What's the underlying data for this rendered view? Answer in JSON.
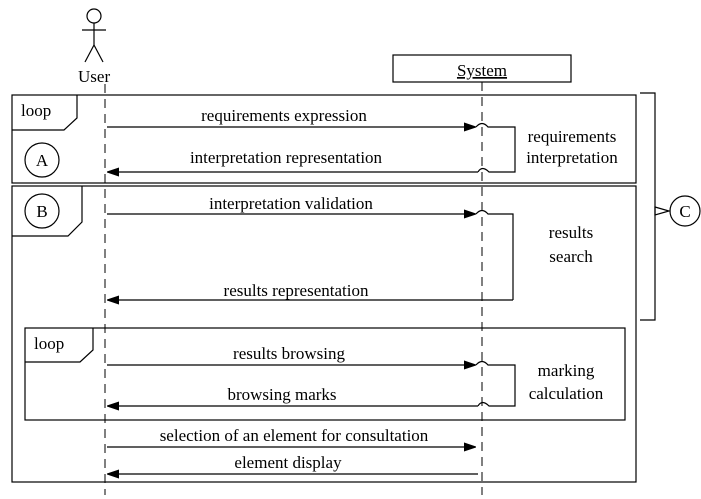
{
  "actors": {
    "user": {
      "label": "User"
    },
    "system": {
      "label": "System"
    }
  },
  "fragments": {
    "loop_a": {
      "keyword": "loop",
      "marker": "A"
    },
    "block_b": {
      "marker": "B"
    },
    "loop_inner": {
      "keyword": "loop"
    }
  },
  "bracket": {
    "marker": "C"
  },
  "messages": [
    {
      "id": "m1",
      "label": "requirements expression",
      "direction": "to-system"
    },
    {
      "id": "m2",
      "label": "interpretation representation",
      "direction": "to-user"
    },
    {
      "id": "m3",
      "label": "interpretation validation",
      "direction": "to-system"
    },
    {
      "id": "m4",
      "label": "results representation",
      "direction": "to-user"
    },
    {
      "id": "m5",
      "label": "results browsing",
      "direction": "to-system"
    },
    {
      "id": "m6",
      "label": "browsing marks",
      "direction": "to-user"
    },
    {
      "id": "m7",
      "label": "selection of an element for consultation",
      "direction": "to-system"
    },
    {
      "id": "m8",
      "label": "element display",
      "direction": "to-user"
    }
  ],
  "activities": {
    "requirements_interpretation": {
      "line1": "requirements",
      "line2": "interpretation"
    },
    "results_search": {
      "line1": "results",
      "line2": "search"
    },
    "marking_calculation": {
      "line1": "marking",
      "line2": "calculation"
    }
  }
}
